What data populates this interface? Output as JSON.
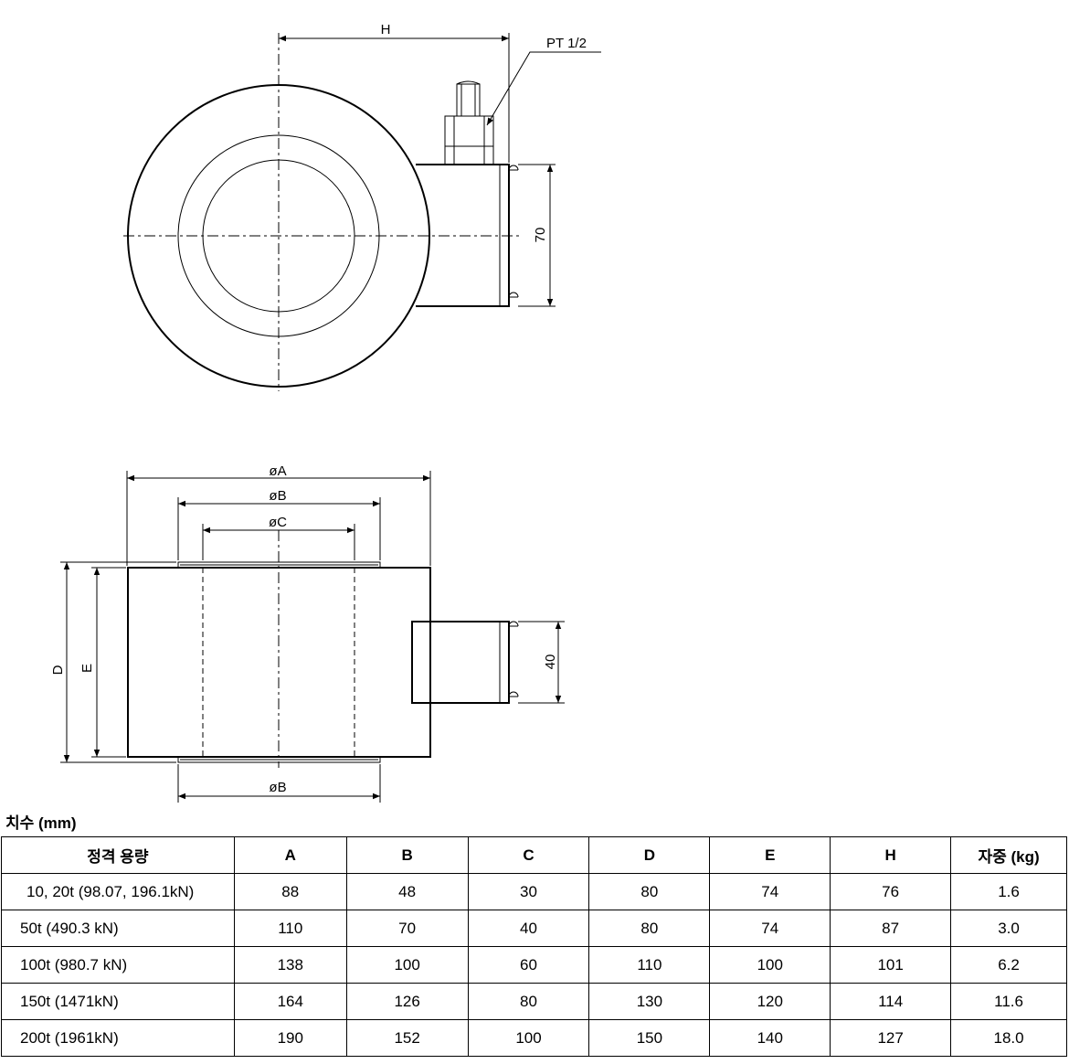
{
  "drawing": {
    "top_view": {
      "h_label": "H",
      "port_label": "PT 1/2",
      "height_label": "70"
    },
    "side_view": {
      "a_label": "øA",
      "b_label": "øB",
      "c_label": "øC",
      "b_bottom_label": "øB",
      "d_label": "D",
      "e_label": "E",
      "height_label": "40"
    }
  },
  "section_title": "치수 (mm)",
  "table": {
    "headers": [
      "정격 용량",
      "A",
      "B",
      "C",
      "D",
      "E",
      "H",
      "자중 (kg)"
    ],
    "rows": [
      [
        "10, 20t (98.07, 196.1kN)",
        "88",
        "48",
        "30",
        "80",
        "74",
        "76",
        "1.6"
      ],
      [
        "50t (490.3 kN)",
        "110",
        "70",
        "40",
        "80",
        "74",
        "87",
        "3.0"
      ],
      [
        "100t (980.7 kN)",
        "138",
        "100",
        "60",
        "110",
        "100",
        "101",
        "6.2"
      ],
      [
        "150t (1471kN)",
        "164",
        "126",
        "80",
        "130",
        "120",
        "114",
        "11.6"
      ],
      [
        "200t (1961kN)",
        "190",
        "152",
        "100",
        "150",
        "140",
        "127",
        "18.0"
      ]
    ]
  }
}
